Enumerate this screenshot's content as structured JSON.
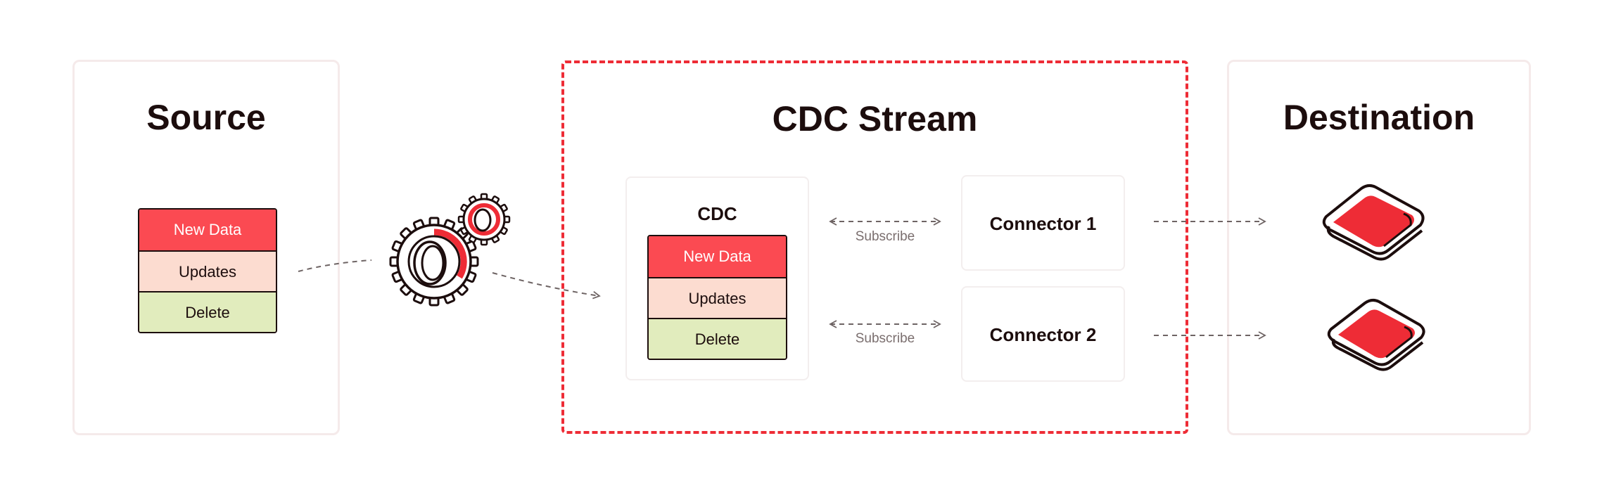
{
  "source": {
    "title": "Source",
    "rows": [
      "New Data",
      "Updates",
      "Delete"
    ]
  },
  "stream": {
    "title": "CDC Stream",
    "cdc": {
      "title": "CDC",
      "rows": [
        "New Data",
        "Updates",
        "Delete"
      ]
    },
    "connectors": [
      {
        "label": "Connector 1",
        "link_label": "Subscribe"
      },
      {
        "label": "Connector 2",
        "link_label": "Subscribe"
      }
    ]
  },
  "destination": {
    "title": "Destination"
  },
  "icons": {
    "processor": "gears-icon",
    "destination": "storage-drive-icon"
  },
  "colors": {
    "accent": "#ee2c36",
    "new_data": "#fb4a52",
    "updates": "#fcdcd0",
    "delete": "#e1ecbd",
    "text": "#1c0d0d"
  }
}
